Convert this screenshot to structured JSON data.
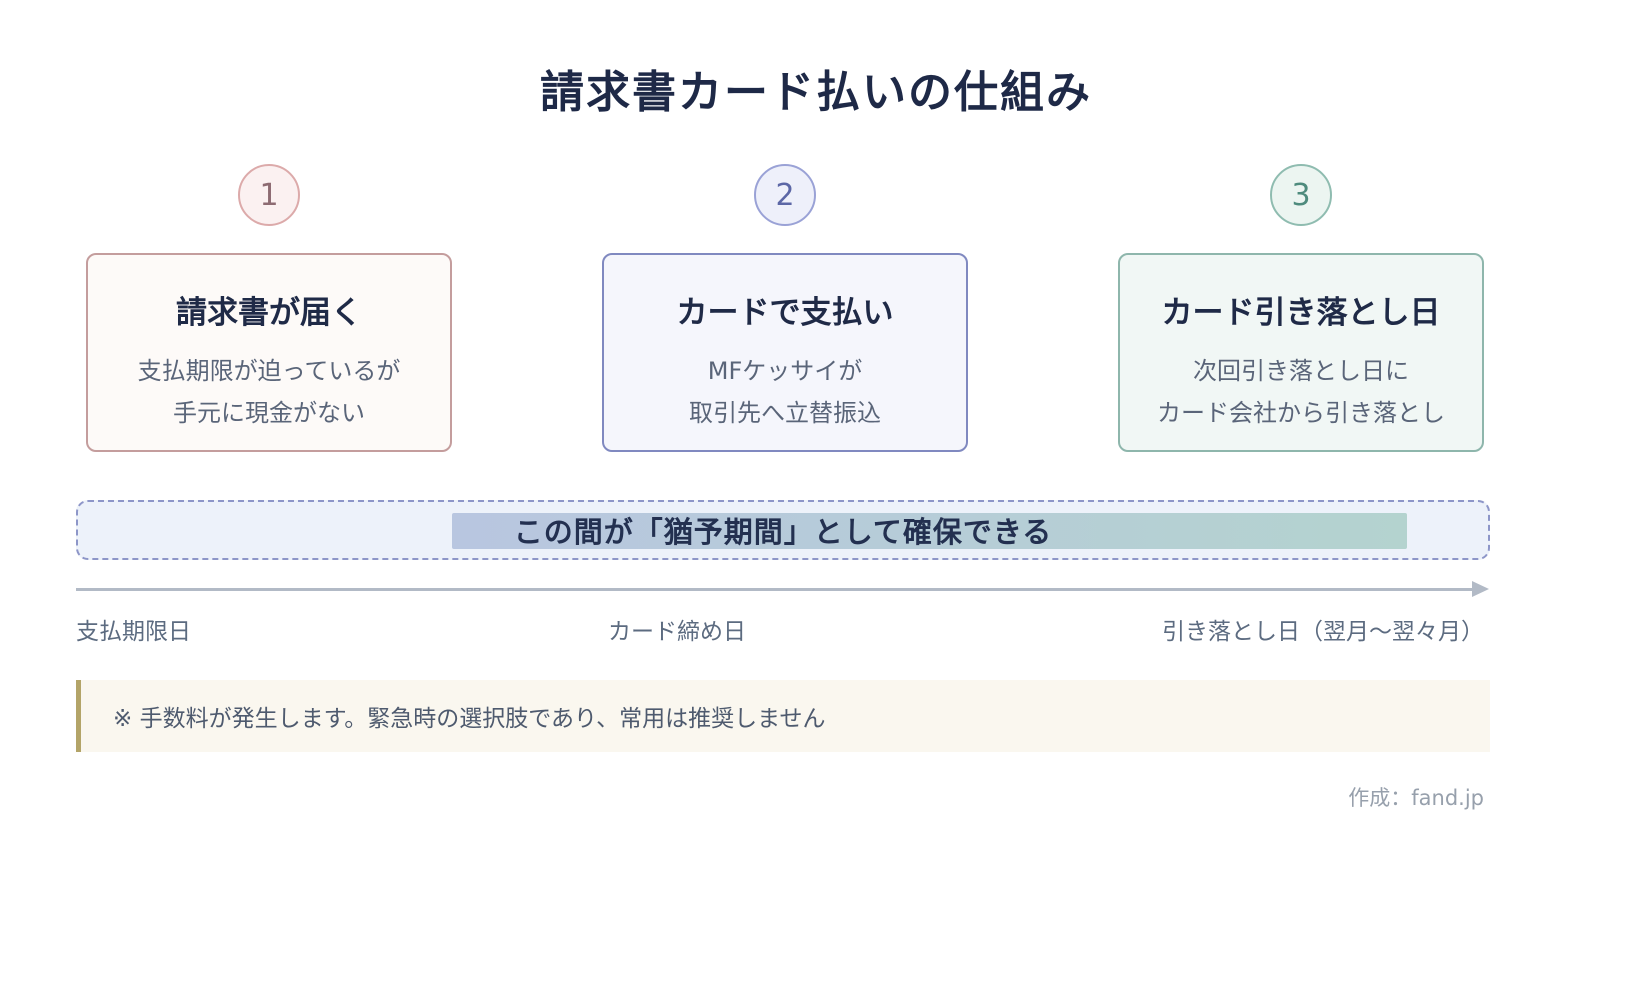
{
  "title": "請求書カード払いの仕組み",
  "steps": [
    {
      "number": "1",
      "title": "請求書が届く",
      "desc_line1": "支払期限が迫っているが",
      "desc_line2": "手元に現金がない",
      "accent_color": "#c49d9d"
    },
    {
      "number": "2",
      "title": "カードで支払い",
      "desc_line1": "MFケッサイが",
      "desc_line2": "取引先へ立替振込",
      "accent_color": "#8089c0"
    },
    {
      "number": "3",
      "title": "カード引き落とし日",
      "desc_line1": "次回引き落とし日に",
      "desc_line2": "カード会社から引き落とし",
      "accent_color": "#8eb6ac"
    }
  ],
  "grace_banner": {
    "label": "この間が「猶予期間」として確保できる",
    "background": "#edf2fa",
    "border_color": "#8d96c8",
    "highlight_gradient_start": "#b8c6e0",
    "highlight_gradient_end": "#b4d3cf"
  },
  "timeline": {
    "start_label": "支払期限日",
    "middle_label": "カード締め日",
    "end_label": "引き落とし日（翌月〜翌々月）",
    "axis_color": "#b2bac6"
  },
  "note": {
    "text": "※ 手数料が発生します。緊急時の選択肢であり、常用は推奨しません",
    "accent_color": "#b3a468",
    "background": "#faf7ef"
  },
  "credit": "作成：fand.jp"
}
